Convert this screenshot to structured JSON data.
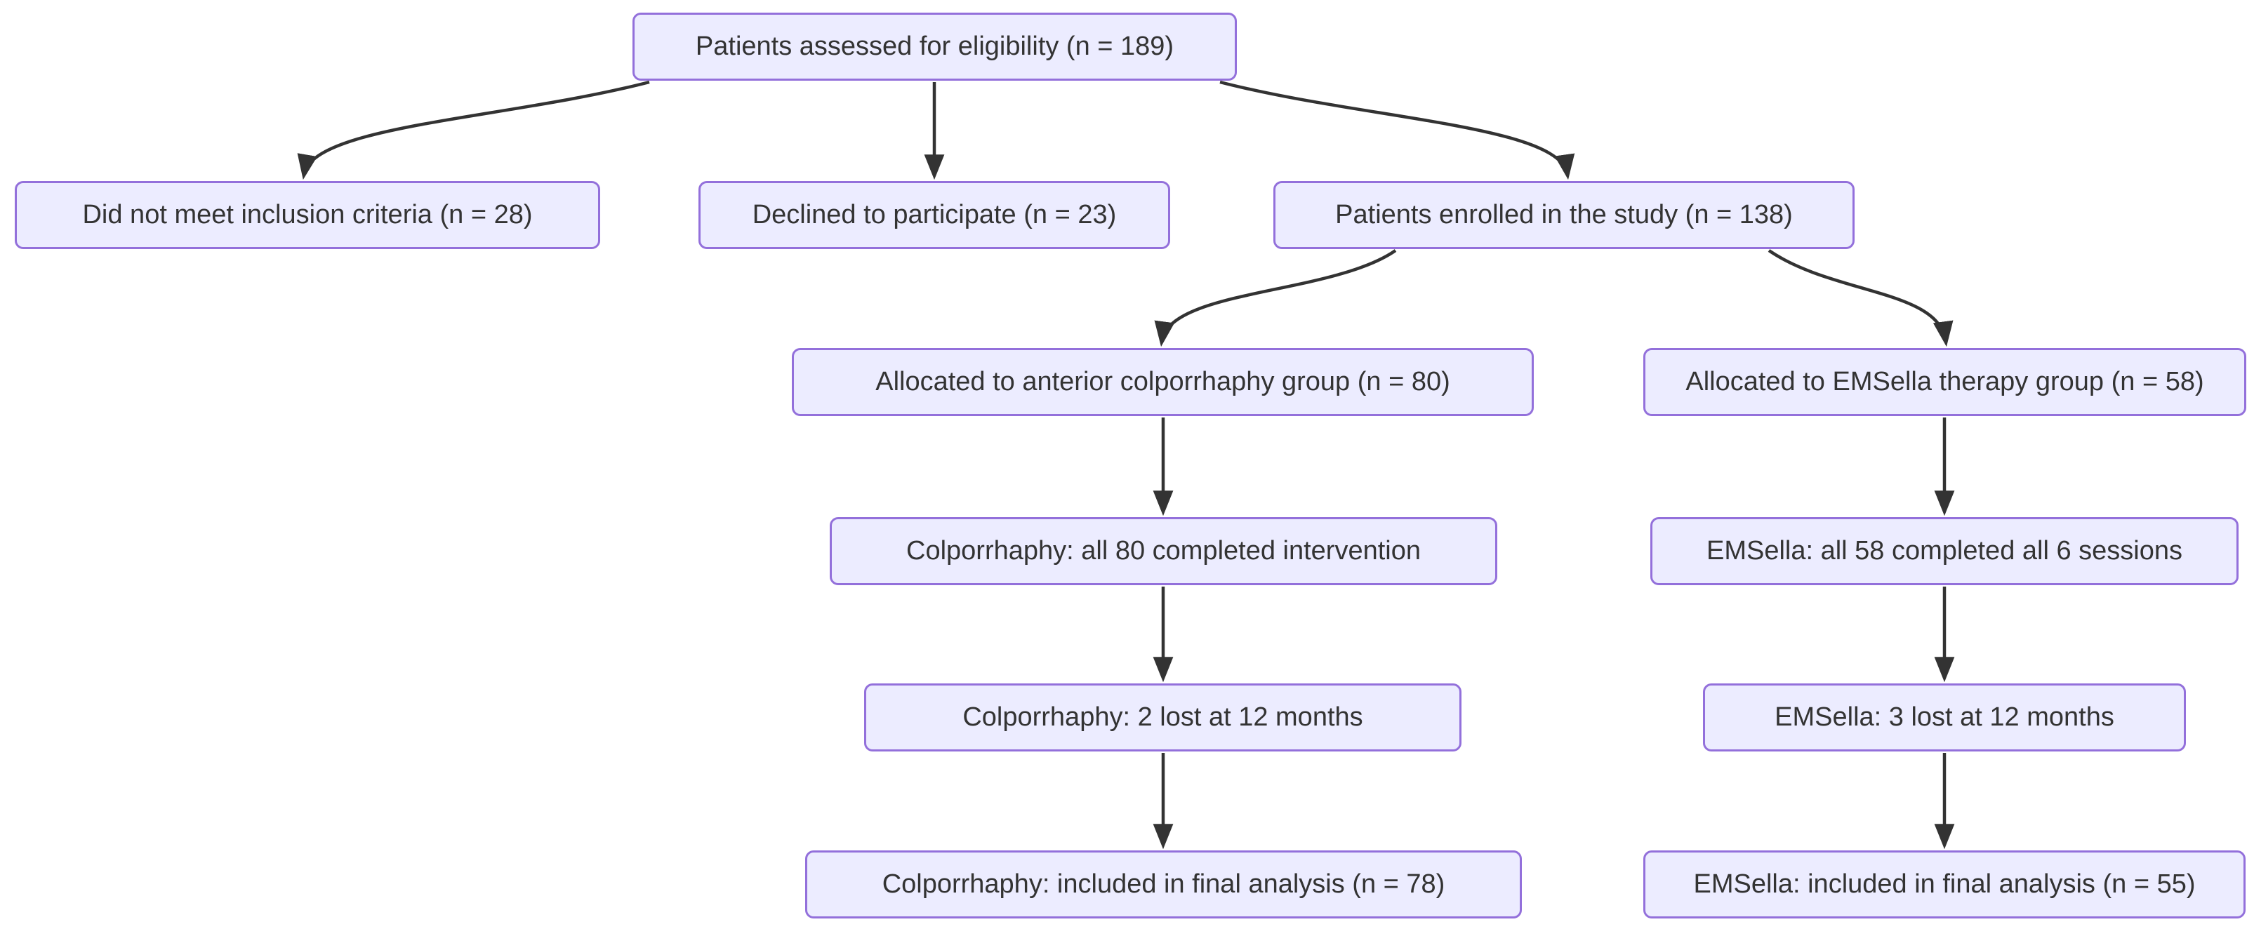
{
  "diagram": {
    "type": "flowchart",
    "direction": "top-down",
    "title": "Patient enrollment and allocation flow",
    "colors": {
      "node_fill": "#ECECFF",
      "node_border": "#9370DB",
      "edge": "#333333",
      "text": "#333333",
      "background": "#FFFFFF"
    },
    "nodes": {
      "assessed": {
        "label": "Patients assessed for eligibility (n = 189)",
        "n": 189
      },
      "not_eligible": {
        "label": "Did not meet inclusion criteria (n = 28)",
        "n": 28
      },
      "declined": {
        "label": "Declined to participate (n = 23)",
        "n": 23
      },
      "enrolled": {
        "label": "Patients enrolled in the study (n = 138)",
        "n": 138
      },
      "alloc_colporrhaphy": {
        "label": "Allocated to anterior colporrhaphy group (n = 80)",
        "n": 80
      },
      "alloc_emsella": {
        "label": "Allocated to EMSella therapy group (n = 58)",
        "n": 58
      },
      "colp_completed": {
        "label": "Colporrhaphy: all 80 completed intervention",
        "n": 80
      },
      "ems_completed": {
        "label": "EMSella: all 58 completed all 6 sessions",
        "n": 58
      },
      "colp_lost": {
        "label": "Colporrhaphy: 2 lost at 12 months",
        "n": 2
      },
      "ems_lost": {
        "label": "EMSella: 3 lost at 12 months",
        "n": 3
      },
      "colp_final": {
        "label": "Colporrhaphy: included in final analysis (n = 78)",
        "n": 78
      },
      "ems_final": {
        "label": "EMSella: included in final analysis (n = 55)",
        "n": 55
      }
    },
    "edges": [
      {
        "from": "assessed",
        "to": "not_eligible"
      },
      {
        "from": "assessed",
        "to": "declined"
      },
      {
        "from": "assessed",
        "to": "enrolled"
      },
      {
        "from": "enrolled",
        "to": "alloc_colporrhaphy"
      },
      {
        "from": "enrolled",
        "to": "alloc_emsella"
      },
      {
        "from": "alloc_colporrhaphy",
        "to": "colp_completed"
      },
      {
        "from": "alloc_emsella",
        "to": "ems_completed"
      },
      {
        "from": "colp_completed",
        "to": "colp_lost"
      },
      {
        "from": "ems_completed",
        "to": "ems_lost"
      },
      {
        "from": "colp_lost",
        "to": "colp_final"
      },
      {
        "from": "ems_lost",
        "to": "ems_final"
      }
    ]
  }
}
